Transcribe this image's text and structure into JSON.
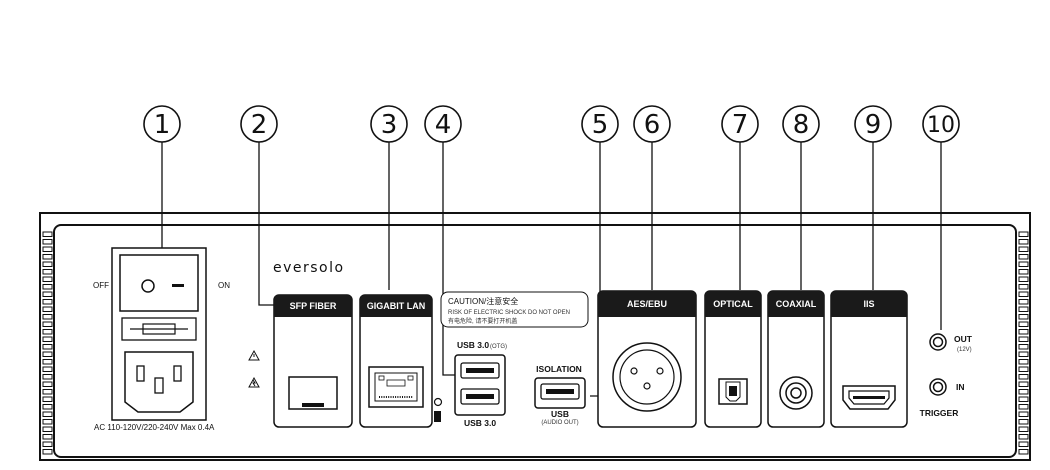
{
  "callouts": [
    "1",
    "2",
    "3",
    "4",
    "5",
    "6",
    "7",
    "8",
    "9",
    "10"
  ],
  "brand": "eversolo",
  "power": {
    "off_label": "OFF",
    "on_label": "ON",
    "rating": "AC  110-120V/220-240V Max 0.4A"
  },
  "ports": {
    "sfp": "SFP FIBER",
    "lan": "GIGABIT LAN",
    "usb_otg_label": "USB 3.0",
    "usb_otg_sub": "(OTG)",
    "usb_label": "USB 3.0",
    "isolation": "ISOLATION",
    "usb_audio": "USB",
    "usb_audio_sub": "(AUDIO OUT)",
    "aes": "AES/EBU",
    "optical": "OPTICAL",
    "coaxial": "COAXIAL",
    "iis": "IIS",
    "trigger_out": "OUT",
    "trigger_out_sub": "(12V)",
    "trigger_in": "IN",
    "trigger": "TRIGGER"
  },
  "caution": {
    "title": "CAUTION/注意安全",
    "line1": "RISK OF ELECTRIC SHOCK DO NOT OPEN",
    "line2": "有电危险, 请不要打开机盖"
  },
  "colors": {
    "ink": "#111111",
    "panel": "#ffffff",
    "label_bg": "#1a1a1a"
  }
}
